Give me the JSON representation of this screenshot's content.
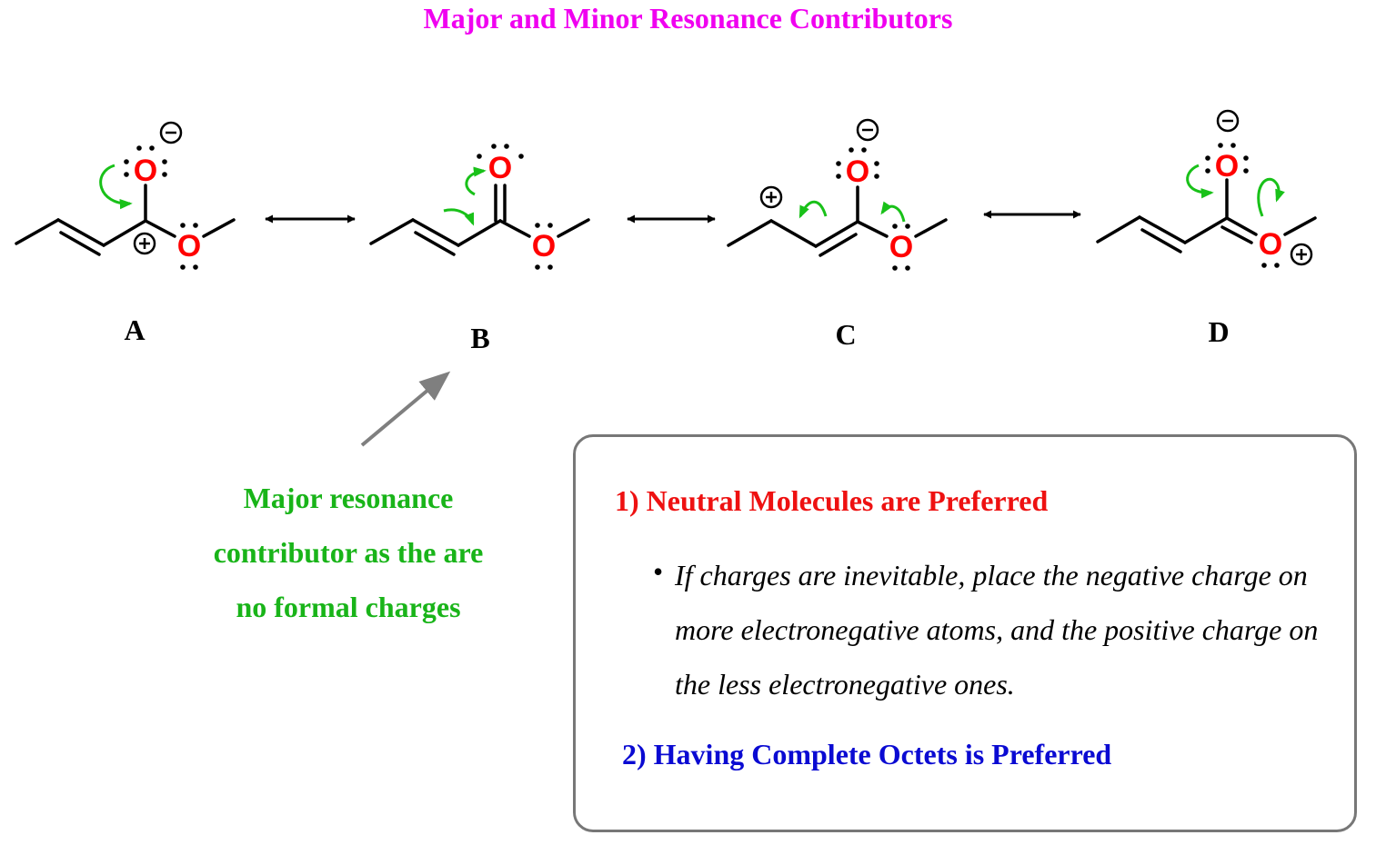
{
  "title": "Major and Minor Resonance Contributors",
  "structures": [
    {
      "label": "A"
    },
    {
      "label": "B"
    },
    {
      "label": "C"
    },
    {
      "label": "D"
    }
  ],
  "atom_symbol": "O",
  "note": {
    "text": "Major resonance contributor as the are no formal charges"
  },
  "rules": {
    "rule1": "1) Neutral Molecules are Preferred",
    "rule1_detail": "If charges are inevitable, place the negative charge on more electronegative atoms, and the positive charge on the less electronegative ones.",
    "bullet": "•",
    "rule2": "2) Having Complete Octets is Preferred"
  },
  "colors": {
    "title": "#f000f0",
    "oxygen": "#ff0000",
    "curved_arrows": "#19c119",
    "note": "#19b419",
    "rule1": "#ee1111",
    "rule2": "#0a0ad2",
    "box_border": "#777777",
    "pointer_arrow": "#7f7f7f"
  }
}
